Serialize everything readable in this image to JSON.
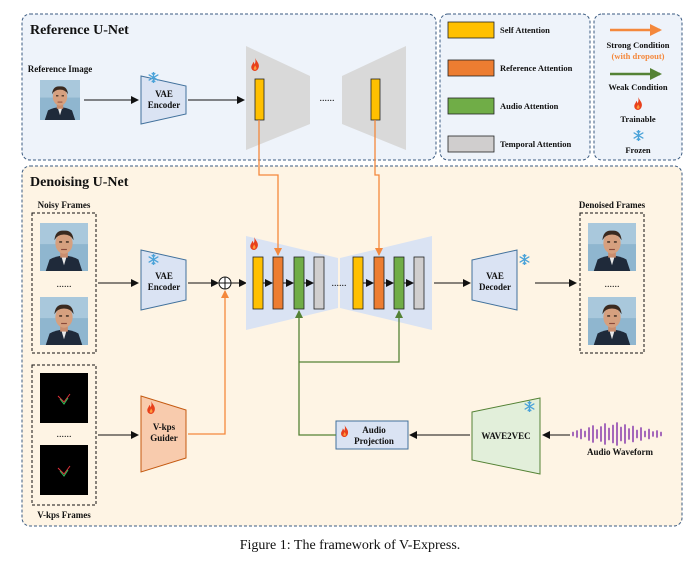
{
  "caption": "Figure 1: The framework of V-Express.",
  "reference_unet": {
    "title": "Reference U-Net",
    "reference_image_label": "Reference Image",
    "vae_encoder_label": [
      "VAE",
      "Encoder"
    ],
    "dots": "......"
  },
  "denoising_unet": {
    "title": "Denoising U-Net",
    "noisy_frames_label": "Noisy Frames",
    "denoised_frames_label": "Denoised Frames",
    "vkps_frames_label": "V-kps Frames",
    "vae_encoder_label": [
      "VAE",
      "Encoder"
    ],
    "vae_decoder_label": [
      "VAE",
      "Decoder"
    ],
    "vkps_guider_label": [
      "V-kps",
      "Guider"
    ],
    "audio_projection_label": [
      "Audio",
      "Projection"
    ],
    "wave2vec_label": "WAVE2VEC",
    "audio_waveform_label": "Audio Waveform",
    "dots": "......"
  },
  "legend_blocks": {
    "items": [
      {
        "label": "Self Attention",
        "color": "#FFC000"
      },
      {
        "label": "Reference Attention",
        "color": "#ED7D31"
      },
      {
        "label": "Audio Attention",
        "color": "#70AD47"
      },
      {
        "label": "Temporal Attention",
        "color": "#D0CECE"
      }
    ]
  },
  "legend_conditions": {
    "strong_line1": "Strong Condition",
    "strong_line2": "(with dropout)",
    "strong_color": "#F4883C",
    "weak": "Weak Condition",
    "weak_color": "#548235",
    "trainable": "Trainable",
    "frozen": "Frozen"
  }
}
